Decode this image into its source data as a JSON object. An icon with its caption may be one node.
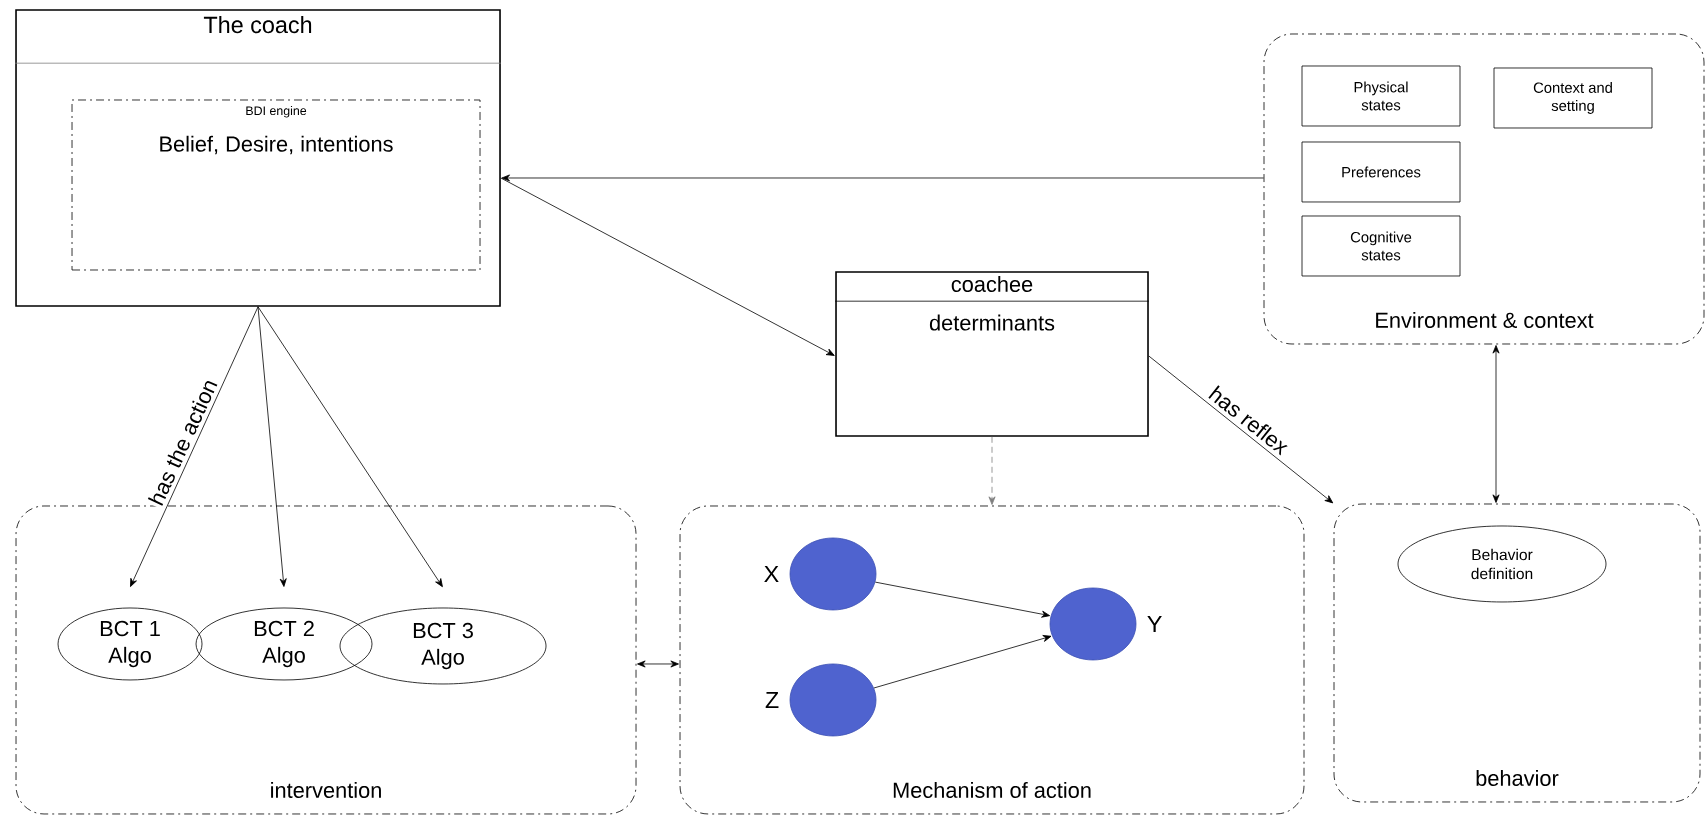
{
  "diagram": {
    "nodes": [
      {
        "text": [
          "The coach"
        ]
      },
      {
        "text": [
          "BDI engine",
          "Belief, Desire, intentions"
        ],
        "in": 0
      },
      {
        "text": [
          "Environment & context"
        ]
      },
      {
        "text": [
          "Physical states"
        ],
        "in": 2
      },
      {
        "text": [
          "Context and setting"
        ],
        "in": 2
      },
      {
        "text": [
          "Preferences"
        ],
        "in": 2
      },
      {
        "text": [
          "Cognitive states"
        ],
        "in": 2
      },
      {
        "text": [
          "coachee",
          "determinants"
        ]
      },
      {
        "text": [
          "intervention"
        ]
      },
      {
        "text": [
          "BCT 1 Algo"
        ],
        "in": 8
      },
      {
        "text": [
          "BCT 2 Algo"
        ],
        "in": 8
      },
      {
        "text": [
          "BCT 3 Algo"
        ],
        "in": 8
      },
      {
        "text": [
          "Mechanism of action"
        ]
      },
      {
        "text": [],
        "shape": "circle",
        "beside": [
          "X"
        ],
        "in": 12
      },
      {
        "text": [],
        "shape": "circle",
        "beside": [
          "Z"
        ],
        "in": 12
      },
      {
        "text": [],
        "shape": "circle",
        "beside": [
          "Y"
        ],
        "in": 12
      },
      {
        "text": [
          "behavior"
        ]
      },
      {
        "text": [
          "Behavior definition"
        ],
        "in": 16
      }
    ],
    "edges": [
      {
        "from": 2,
        "to": 0,
        "arrow": "to"
      },
      {
        "from": 0,
        "to": 7,
        "arrow": "to"
      },
      {
        "from": 0,
        "to": 9,
        "arrow": "to",
        "label": "has the action"
      },
      {
        "from": 0,
        "to": 10,
        "arrow": "to"
      },
      {
        "from": 0,
        "to": 11,
        "arrow": "to"
      },
      {
        "from": 7,
        "to": 12,
        "arrow": "to",
        "style": "dashed",
        "color": "#7f7f7f"
      },
      {
        "from": 7,
        "to": 16,
        "arrow": "to",
        "label": "has reflex"
      },
      {
        "from": 2,
        "to": 16,
        "arrow": "both"
      },
      {
        "from": 8,
        "to": 12,
        "arrow": "both"
      },
      {
        "from": 13,
        "to": 15,
        "arrow": "to"
      },
      {
        "from": 14,
        "to": 15,
        "arrow": "to"
      }
    ]
  }
}
